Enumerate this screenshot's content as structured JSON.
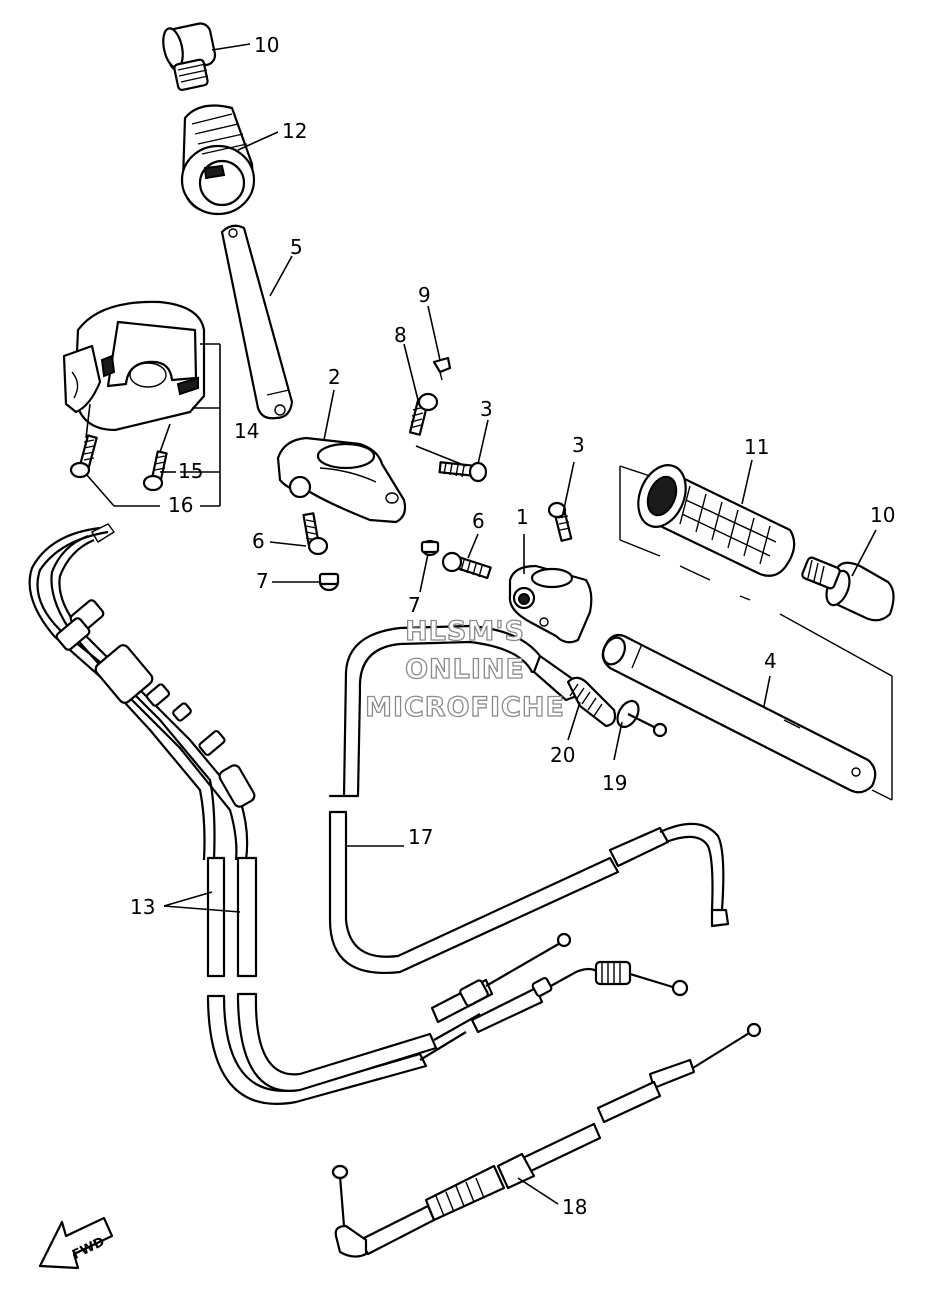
{
  "callouts": {
    "c1": "1",
    "c2": "2",
    "c3a": "3",
    "c3b": "3",
    "c4": "4",
    "c5": "5",
    "c6a": "6",
    "c6b": "6",
    "c7a": "7",
    "c7b": "7",
    "c8": "8",
    "c9": "9",
    "c10a": "10",
    "c10b": "10",
    "c11": "11",
    "c12": "12",
    "c13": "13",
    "c14": "14",
    "c15": "15",
    "c16": "16",
    "c17": "17",
    "c18": "18",
    "c19": "19",
    "c20": "20"
  },
  "watermark": {
    "line1": "HLSM'S",
    "line2": "ONLINE",
    "line3": "MICROFICHE"
  },
  "direction_arrow": {
    "label": "FWD"
  },
  "icons": {
    "direction": "fwd-arrow-icon"
  }
}
